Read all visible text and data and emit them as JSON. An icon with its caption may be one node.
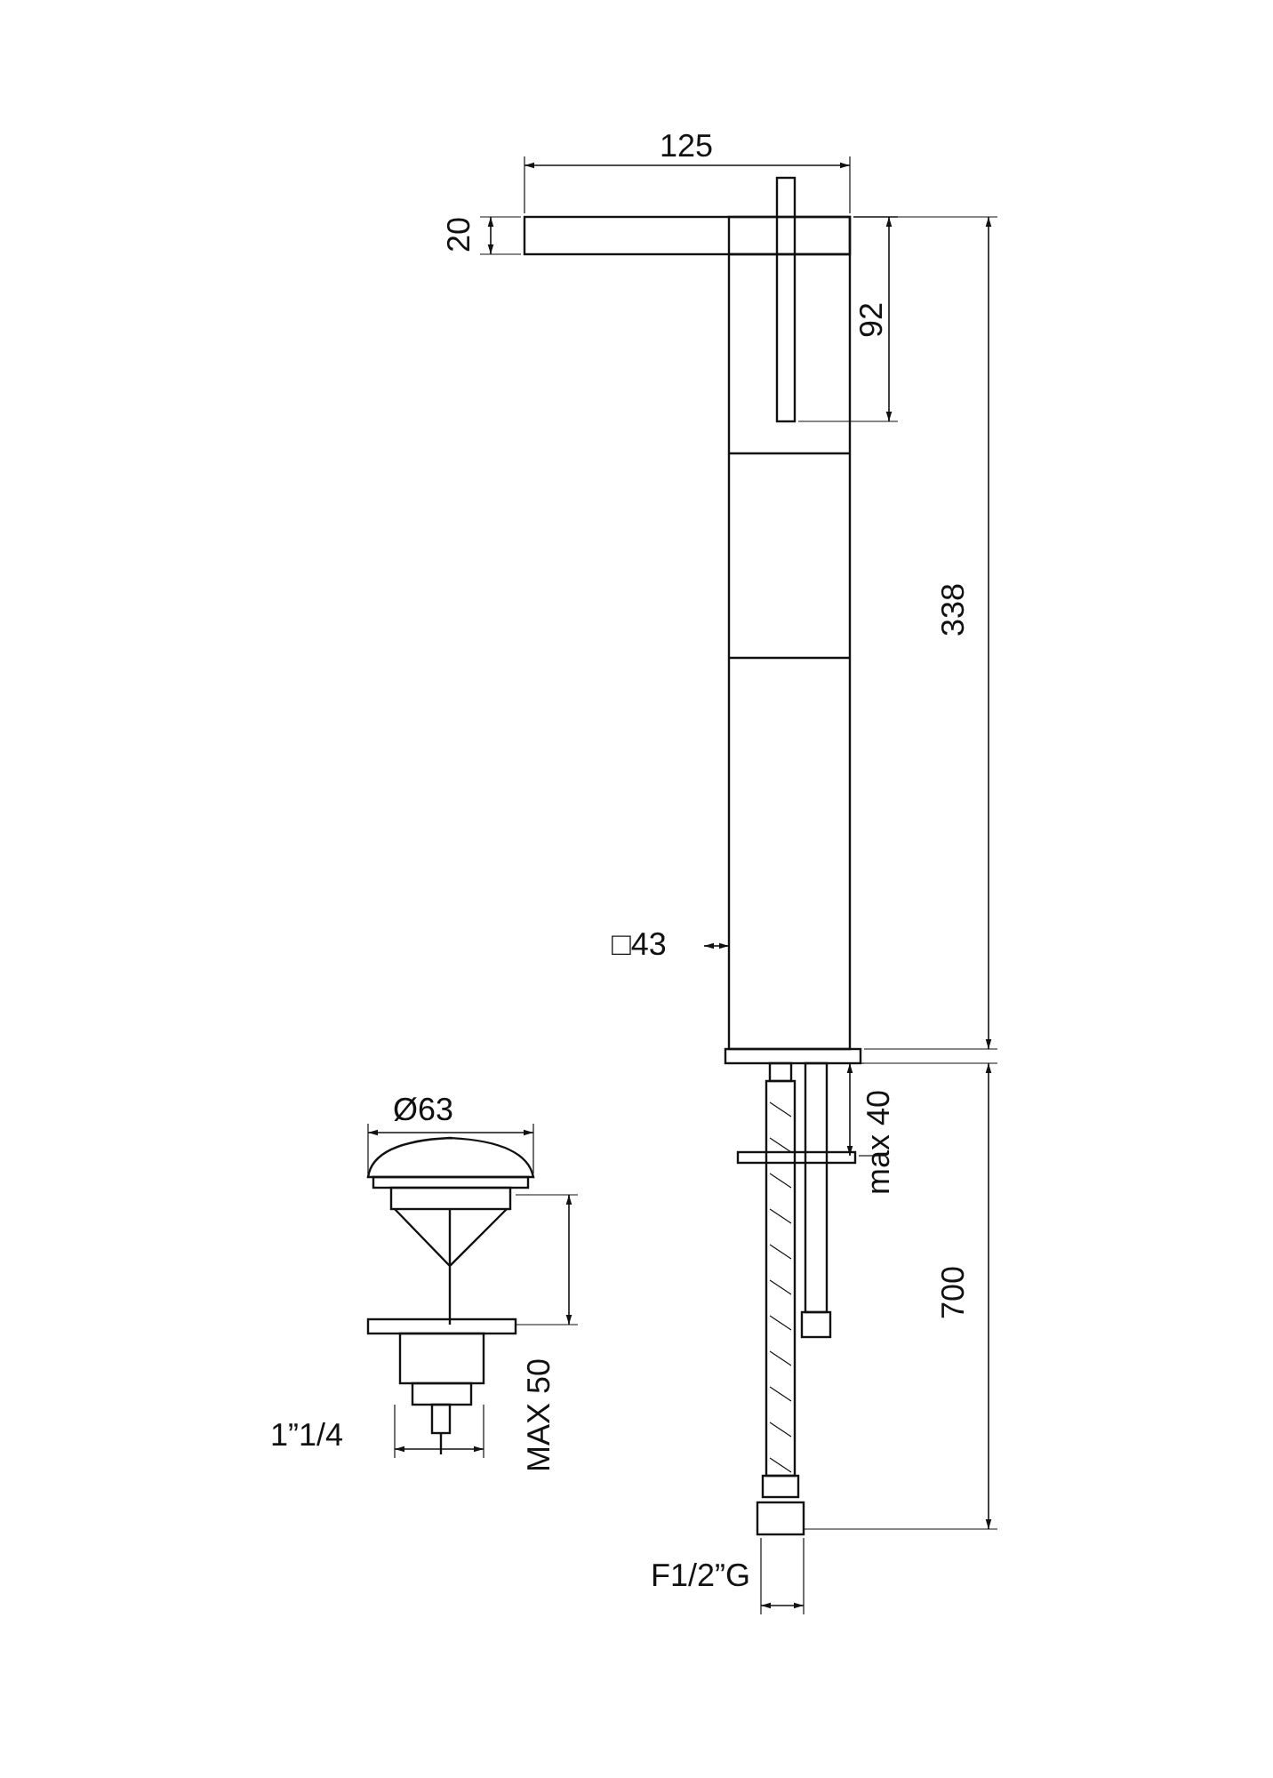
{
  "diagram": {
    "labels": [
      "125",
      "20",
      "92",
      "338",
      "□43",
      "Ø63",
      "max 40",
      "700",
      "1”1/4",
      "MAX 50",
      "F1/2”G"
    ]
  }
}
